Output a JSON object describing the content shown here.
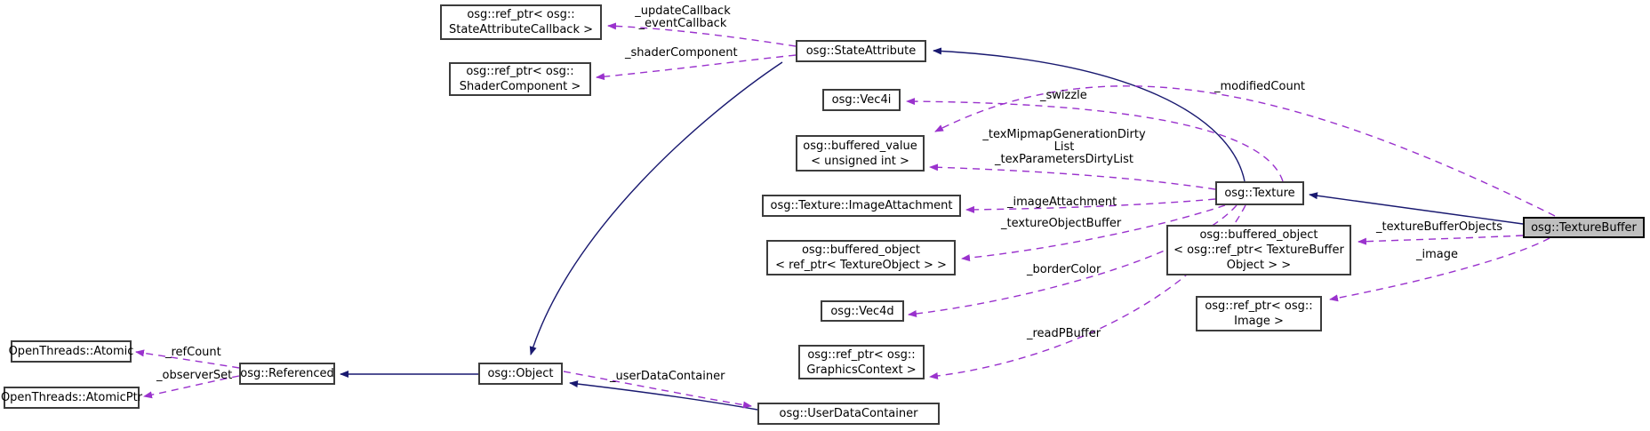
{
  "diagram": {
    "type": "doxygen-collaboration-graph",
    "focus_class": "osg::TextureBuffer",
    "colors": {
      "inheritance_edge": "#191970",
      "usage_edge": "#9a32cd",
      "node_fill": "#ffffff",
      "node_border": "#3c3c3c",
      "focus_node_fill": "#bfbfbf",
      "text": "#000000",
      "background": "#ffffff"
    },
    "nodes": [
      {
        "label": "osg::ref_ptr< osg::\nStateAttributeCallback >"
      },
      {
        "label": "osg::ref_ptr< osg::\nShaderComponent >"
      },
      {
        "label": "osg::StateAttribute"
      },
      {
        "label": "osg::Vec4i"
      },
      {
        "label": "osg::buffered_value\n< unsigned int >"
      },
      {
        "label": "osg::Texture::ImageAttachment"
      },
      {
        "label": "osg::buffered_object\n< ref_ptr< TextureObject > >"
      },
      {
        "label": "osg::Vec4d"
      },
      {
        "label": "osg::ref_ptr< osg::\nGraphicsContext >"
      },
      {
        "label": "osg::UserDataContainer"
      },
      {
        "label": "osg::Texture"
      },
      {
        "label": "osg::buffered_object\n< osg::ref_ptr< TextureBuffer\nObject > >"
      },
      {
        "label": "osg::ref_ptr< osg::\nImage >"
      },
      {
        "label": "osg::TextureBuffer"
      },
      {
        "label": "OpenThreads::Atomic"
      },
      {
        "label": "OpenThreads::AtomicPtr"
      },
      {
        "label": "osg::Referenced"
      },
      {
        "label": "osg::Object"
      }
    ],
    "edge_labels": [
      {
        "text": "_updateCallback\n_eventCallback"
      },
      {
        "text": "_shaderComponent"
      },
      {
        "text": "_swizzle"
      },
      {
        "text": "_texMipmapGenerationDirty\nList\n_texParametersDirtyList"
      },
      {
        "text": "_modifiedCount"
      },
      {
        "text": "_imageAttachment"
      },
      {
        "text": "_textureObjectBuffer"
      },
      {
        "text": "_borderColor"
      },
      {
        "text": "_readPBuffer"
      },
      {
        "text": "_textureBufferObjects"
      },
      {
        "text": "_image"
      },
      {
        "text": "_userDataContainer"
      },
      {
        "text": "_refCount"
      },
      {
        "text": "_observerSet"
      }
    ],
    "edges": {
      "inheritance": [
        {
          "from": "osg::TextureBuffer",
          "to": "osg::Texture"
        },
        {
          "from": "osg::Texture",
          "to": "osg::StateAttribute"
        },
        {
          "from": "osg::StateAttribute",
          "to": "osg::Object"
        },
        {
          "from": "osg::Object",
          "to": "osg::Referenced"
        },
        {
          "from": "osg::UserDataContainer",
          "to": "osg::Object"
        }
      ],
      "usage": [
        {
          "from": "osg::StateAttribute",
          "to": "osg::ref_ptr< osg::StateAttributeCallback >",
          "members": "_updateCallback _eventCallback"
        },
        {
          "from": "osg::StateAttribute",
          "to": "osg::ref_ptr< osg::ShaderComponent >",
          "members": "_shaderComponent"
        },
        {
          "from": "osg::Texture",
          "to": "osg::Vec4i",
          "members": "_swizzle"
        },
        {
          "from": "osg::Texture",
          "to": "osg::buffered_value< unsigned int >",
          "members": "_texMipmapGenerationDirtyList _texParametersDirtyList"
        },
        {
          "from": "osg::TextureBuffer",
          "to": "osg::buffered_value< unsigned int >",
          "members": "_modifiedCount"
        },
        {
          "from": "osg::Texture",
          "to": "osg::Texture::ImageAttachment",
          "members": "_imageAttachment"
        },
        {
          "from": "osg::Texture",
          "to": "osg::buffered_object< ref_ptr< TextureObject > >",
          "members": "_textureObjectBuffer"
        },
        {
          "from": "osg::Texture",
          "to": "osg::Vec4d",
          "members": "_borderColor"
        },
        {
          "from": "osg::Texture",
          "to": "osg::ref_ptr< osg::GraphicsContext >",
          "members": "_readPBuffer"
        },
        {
          "from": "osg::TextureBuffer",
          "to": "osg::buffered_object< osg::ref_ptr< TextureBufferObject > >",
          "members": "_textureBufferObjects"
        },
        {
          "from": "osg::TextureBuffer",
          "to": "osg::ref_ptr< osg::Image >",
          "members": "_image"
        },
        {
          "from": "osg::Object",
          "to": "osg::UserDataContainer",
          "members": "_userDataContainer"
        },
        {
          "from": "osg::Referenced",
          "to": "OpenThreads::Atomic",
          "members": "_refCount"
        },
        {
          "from": "osg::Referenced",
          "to": "OpenThreads::AtomicPtr",
          "members": "_observerSet"
        }
      ]
    }
  }
}
